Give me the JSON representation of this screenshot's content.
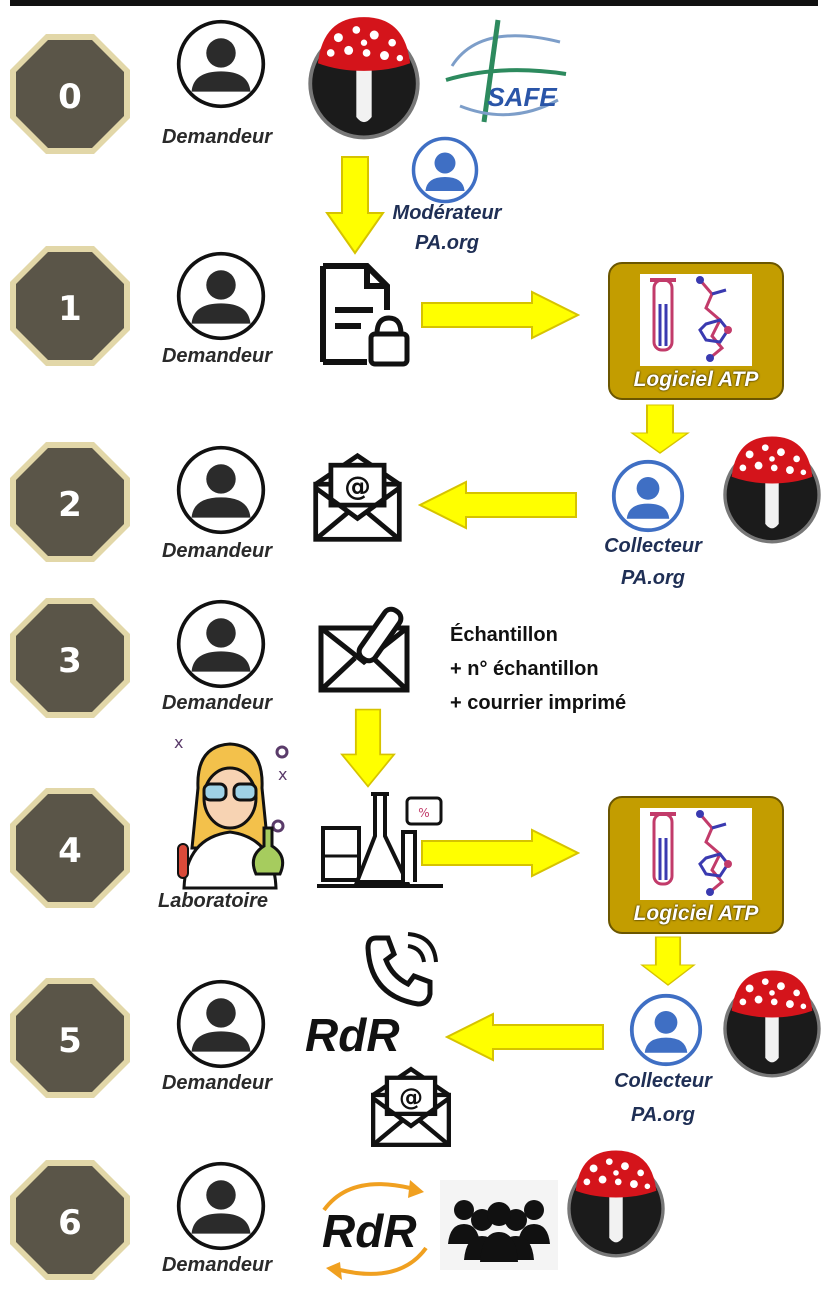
{
  "steps": [
    {
      "number": "0",
      "actor": "Demandeur"
    },
    {
      "number": "1",
      "actor": "Demandeur"
    },
    {
      "number": "2",
      "actor": "Demandeur"
    },
    {
      "number": "3",
      "actor": "Demandeur"
    },
    {
      "number": "4",
      "actor": "Laboratoire"
    },
    {
      "number": "5",
      "actor": "Demandeur"
    },
    {
      "number": "6",
      "actor": "Demandeur"
    }
  ],
  "logos": {
    "safe": "SAFE"
  },
  "moderator": {
    "line1": "Modérateur",
    "line2": "PA.org"
  },
  "collector": {
    "line1": "Collecteur",
    "line2": "PA.org"
  },
  "software": {
    "label": "Logiciel ATP"
  },
  "sample_note": {
    "line1": "Échantillon",
    "line2": "+ n° échantillon",
    "line3": "+ courrier imprimé"
  },
  "rdr": "RdR",
  "colors": {
    "octagon": "#5a5548",
    "octagon_border": "#e2d7a8",
    "arrow": "#ffff00",
    "arrow_border": "#d6c300",
    "atp_box": "#c39d00",
    "user_blue": "#3f6fc4"
  },
  "icons": [
    "user-icon",
    "mushroom-icon",
    "document-lock-icon",
    "email-icon",
    "sample-envelope-icon",
    "lab-glassware-icon",
    "phone-icon",
    "group-icon",
    "scientist-icon",
    "safe-logo"
  ]
}
